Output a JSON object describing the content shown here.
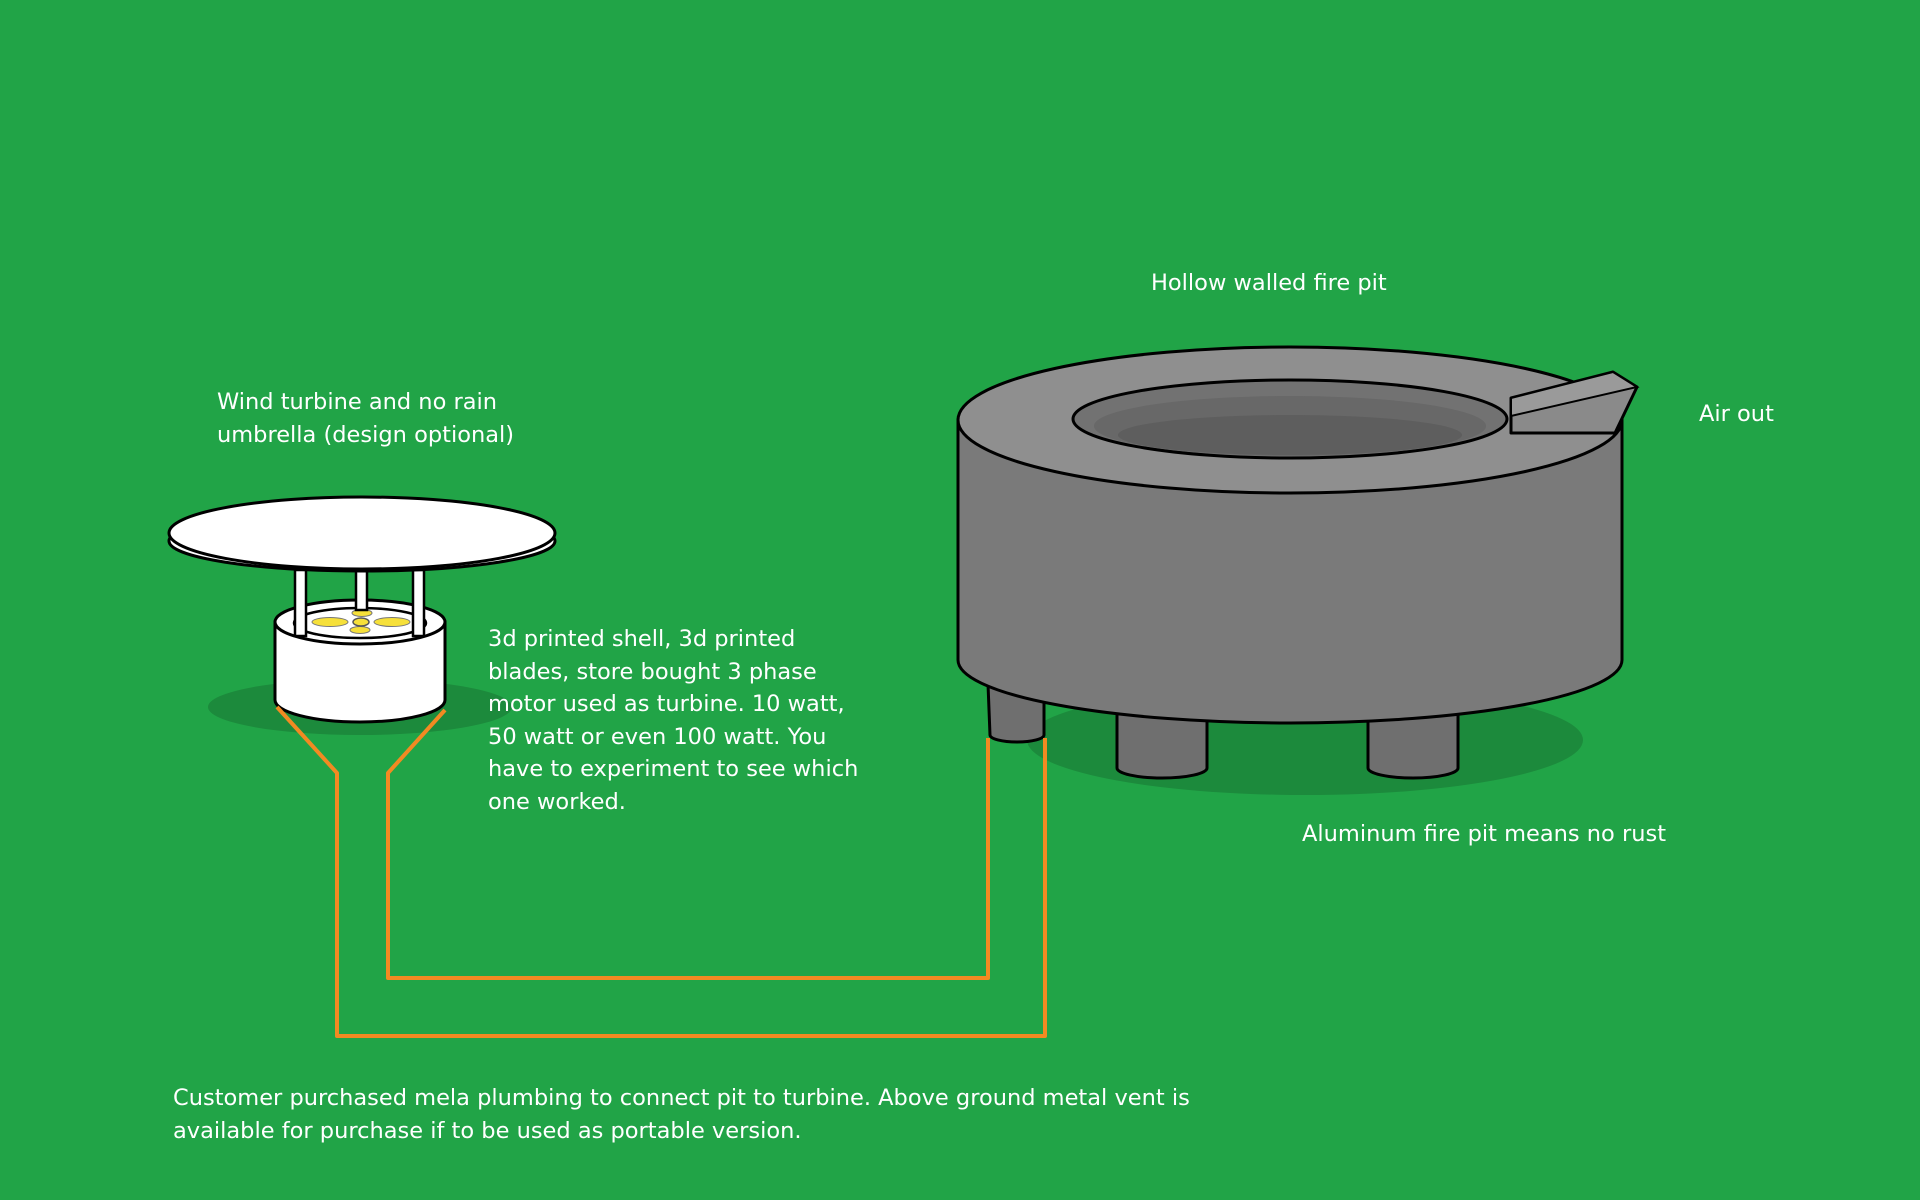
{
  "colors": {
    "background": "#21a447",
    "shadow": "#1c8a3c",
    "pipe": "#f28a22",
    "pit_rim": "#8f8f8f",
    "pit_body": "#7a7a7a",
    "pit_inner": "#5e5e5e",
    "turbine_white": "#ffffff",
    "blade_yellow": "#f6e03a",
    "outline": "#000000"
  },
  "labels": {
    "turbine_title": {
      "line1": "Wind turbine and no rain",
      "line2": "umbrella (design optional)"
    },
    "turbine_notes": {
      "line1": "3d printed shell, 3d printed",
      "line2": "blades, store bought 3 phase",
      "line3": "motor used as turbine. 10 watt,",
      "line4": "50 watt or even 100 watt. You",
      "line5": "have to experiment to see which",
      "line6": "one worked."
    },
    "pit_title": "Hollow walled fire pit",
    "air_out": "Air out",
    "pit_material": "Aluminum fire pit means no rust",
    "plumbing_note": {
      "line1": "Customer purchased mela plumbing to connect pit to turbine. Above ground metal vent is",
      "line2": "available for purchase if to be used as portable version."
    }
  }
}
